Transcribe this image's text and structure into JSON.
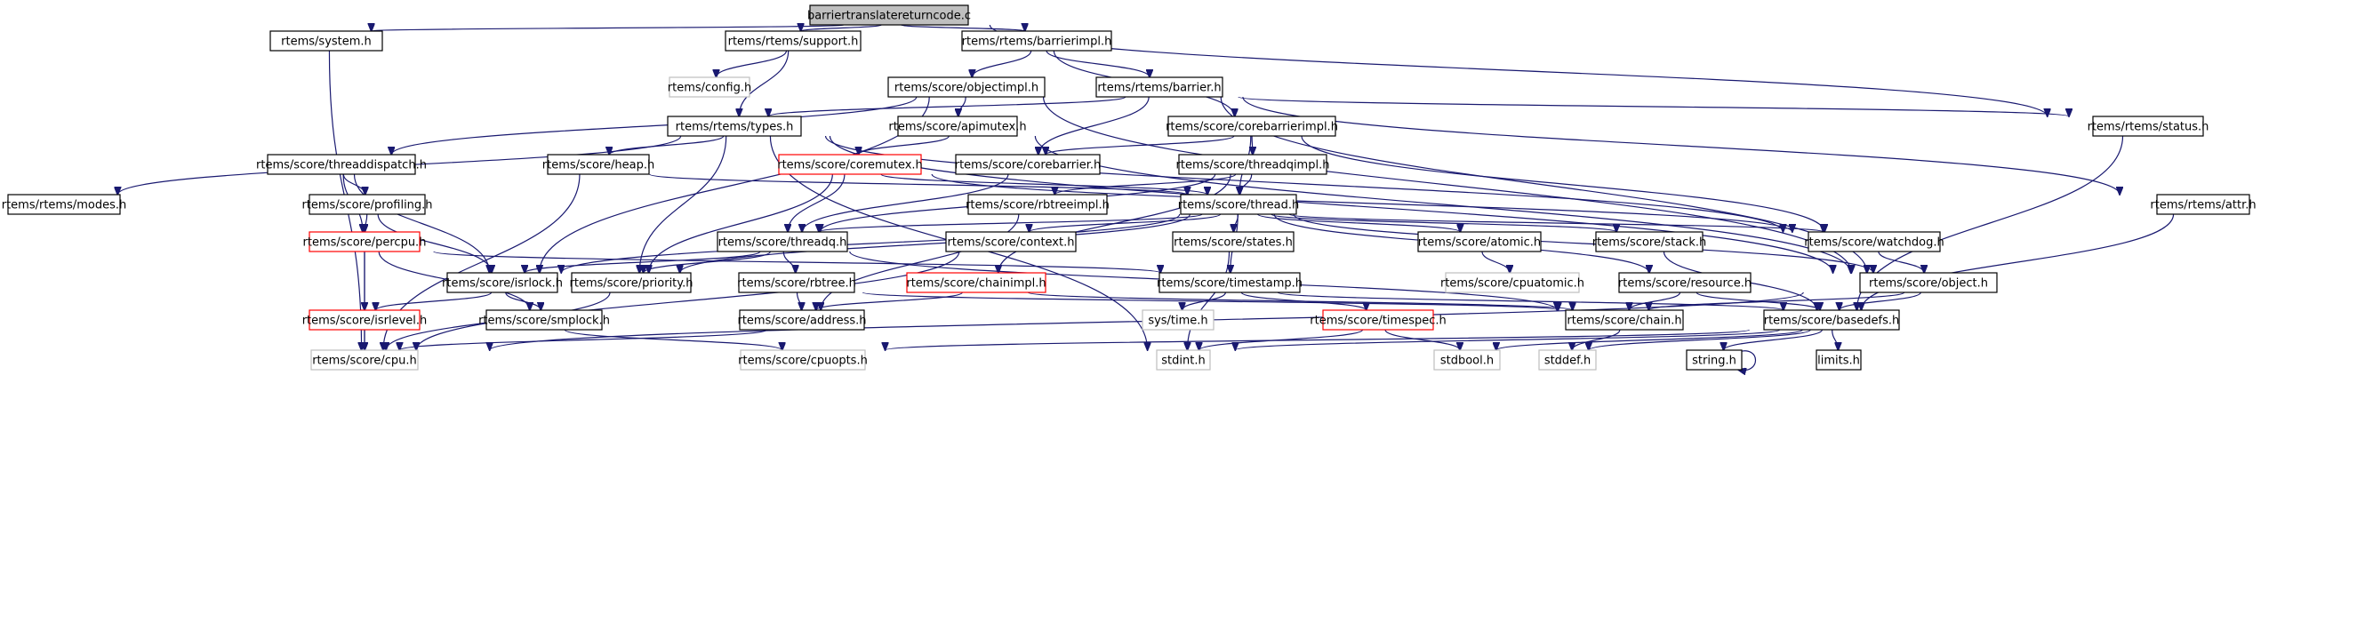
{
  "title": "barriertranslatereturncode.c",
  "colors": {
    "edge": "#191970",
    "root_fill": "#bfbfbf",
    "normal_border": "#000000",
    "missing_border": "#bfbfbf",
    "truncated_border": "#ff0000"
  },
  "nodes": [
    {
      "id": "root",
      "label": "barriertranslatereturncode.c",
      "kind": "root"
    },
    {
      "id": "system",
      "label": "rtems/system.h",
      "kind": "normal"
    },
    {
      "id": "support",
      "label": "rtems/rtems/support.h",
      "kind": "normal"
    },
    {
      "id": "barrierimpl",
      "label": "rtems/rtems/barrierimpl.h",
      "kind": "normal"
    },
    {
      "id": "config",
      "label": "rtems/config.h",
      "kind": "missing"
    },
    {
      "id": "objectimpl",
      "label": "rtems/score/objectimpl.h",
      "kind": "normal"
    },
    {
      "id": "barrier",
      "label": "rtems/rtems/barrier.h",
      "kind": "normal"
    },
    {
      "id": "status",
      "label": "rtems/rtems/status.h",
      "kind": "normal"
    },
    {
      "id": "types",
      "label": "rtems/rtems/types.h",
      "kind": "normal"
    },
    {
      "id": "apimutex",
      "label": "rtems/score/apimutex.h",
      "kind": "normal"
    },
    {
      "id": "corebarrierimpl",
      "label": "rtems/score/corebarrierimpl.h",
      "kind": "normal"
    },
    {
      "id": "threaddispatch",
      "label": "rtems/score/threaddispatch.h",
      "kind": "normal"
    },
    {
      "id": "heap",
      "label": "rtems/score/heap.h",
      "kind": "normal"
    },
    {
      "id": "coremutex",
      "label": "rtems/score/coremutex.h",
      "kind": "truncated"
    },
    {
      "id": "corebarrier",
      "label": "rtems/score/corebarrier.h",
      "kind": "normal"
    },
    {
      "id": "threadqimpl",
      "label": "rtems/score/threadqimpl.h",
      "kind": "normal"
    },
    {
      "id": "modes",
      "label": "rtems/rtems/modes.h",
      "kind": "normal"
    },
    {
      "id": "profiling",
      "label": "rtems/score/profiling.h",
      "kind": "normal"
    },
    {
      "id": "rbtreeimpl",
      "label": "rtems/score/rbtreeimpl.h",
      "kind": "normal"
    },
    {
      "id": "thread",
      "label": "rtems/score/thread.h",
      "kind": "normal"
    },
    {
      "id": "attr",
      "label": "rtems/rtems/attr.h",
      "kind": "normal"
    },
    {
      "id": "percpu",
      "label": "rtems/score/percpu.h",
      "kind": "truncated"
    },
    {
      "id": "threadq",
      "label": "rtems/score/threadq.h",
      "kind": "normal"
    },
    {
      "id": "context",
      "label": "rtems/score/context.h",
      "kind": "normal"
    },
    {
      "id": "states",
      "label": "rtems/score/states.h",
      "kind": "normal"
    },
    {
      "id": "atomic",
      "label": "rtems/score/atomic.h",
      "kind": "normal"
    },
    {
      "id": "stack",
      "label": "rtems/score/stack.h",
      "kind": "normal"
    },
    {
      "id": "watchdog",
      "label": "rtems/score/watchdog.h",
      "kind": "normal"
    },
    {
      "id": "isrlock",
      "label": "rtems/score/isrlock.h",
      "kind": "normal"
    },
    {
      "id": "priority",
      "label": "rtems/score/priority.h",
      "kind": "normal"
    },
    {
      "id": "rbtree",
      "label": "rtems/score/rbtree.h",
      "kind": "normal"
    },
    {
      "id": "chainimpl",
      "label": "rtems/score/chainimpl.h",
      "kind": "truncated"
    },
    {
      "id": "timestamp",
      "label": "rtems/score/timestamp.h",
      "kind": "normal"
    },
    {
      "id": "cpuatomic",
      "label": "rtems/score/cpuatomic.h",
      "kind": "missing"
    },
    {
      "id": "resource",
      "label": "rtems/score/resource.h",
      "kind": "normal"
    },
    {
      "id": "object",
      "label": "rtems/score/object.h",
      "kind": "normal"
    },
    {
      "id": "isrlevel",
      "label": "rtems/score/isrlevel.h",
      "kind": "truncated"
    },
    {
      "id": "smplock",
      "label": "rtems/score/smplock.h",
      "kind": "normal"
    },
    {
      "id": "address",
      "label": "rtems/score/address.h",
      "kind": "normal"
    },
    {
      "id": "systime",
      "label": "sys/time.h",
      "kind": "missing"
    },
    {
      "id": "timespec",
      "label": "rtems/score/timespec.h",
      "kind": "truncated"
    },
    {
      "id": "chain",
      "label": "rtems/score/chain.h",
      "kind": "normal"
    },
    {
      "id": "basedefs",
      "label": "rtems/score/basedefs.h",
      "kind": "normal"
    },
    {
      "id": "cpu",
      "label": "rtems/score/cpu.h",
      "kind": "missing"
    },
    {
      "id": "cpuopts",
      "label": "rtems/score/cpuopts.h",
      "kind": "missing"
    },
    {
      "id": "stdint",
      "label": "stdint.h",
      "kind": "missing"
    },
    {
      "id": "stdbool",
      "label": "stdbool.h",
      "kind": "missing"
    },
    {
      "id": "stddef",
      "label": "stddef.h",
      "kind": "missing"
    },
    {
      "id": "string",
      "label": "string.h",
      "kind": "normal"
    },
    {
      "id": "limits",
      "label": "limits.h",
      "kind": "normal"
    }
  ],
  "edges": [
    [
      "root",
      "system"
    ],
    [
      "root",
      "support"
    ],
    [
      "root",
      "barrierimpl"
    ],
    [
      "root",
      "status"
    ],
    [
      "system",
      "cpu"
    ],
    [
      "support",
      "config"
    ],
    [
      "support",
      "types"
    ],
    [
      "barrierimpl",
      "objectimpl"
    ],
    [
      "barrierimpl",
      "barrier"
    ],
    [
      "barrierimpl",
      "corebarrierimpl"
    ],
    [
      "objectimpl",
      "threaddispatch"
    ],
    [
      "objectimpl",
      "apimutex"
    ],
    [
      "objectimpl",
      "isrlock"
    ],
    [
      "objectimpl",
      "object"
    ],
    [
      "barrier",
      "types"
    ],
    [
      "barrier",
      "status"
    ],
    [
      "barrier",
      "attr"
    ],
    [
      "barrier",
      "corebarrier"
    ],
    [
      "barrier",
      "object"
    ],
    [
      "types",
      "modes"
    ],
    [
      "types",
      "heap"
    ],
    [
      "types",
      "priority"
    ],
    [
      "types",
      "stdint"
    ],
    [
      "types",
      "watchdog"
    ],
    [
      "types",
      "object"
    ],
    [
      "apimutex",
      "coremutex"
    ],
    [
      "apimutex",
      "object"
    ],
    [
      "corebarrierimpl",
      "corebarrier"
    ],
    [
      "corebarrierimpl",
      "threadqimpl"
    ],
    [
      "corebarrierimpl",
      "thread"
    ],
    [
      "corebarrierimpl",
      "watchdog"
    ],
    [
      "threaddispatch",
      "profiling"
    ],
    [
      "threaddispatch",
      "percpu"
    ],
    [
      "threaddispatch",
      "isrlock"
    ],
    [
      "heap",
      "cpu"
    ],
    [
      "heap",
      "thread"
    ],
    [
      "coremutex",
      "thread"
    ],
    [
      "coremutex",
      "threadq"
    ],
    [
      "coremutex",
      "priority"
    ],
    [
      "coremutex",
      "watchdog"
    ],
    [
      "corebarrier",
      "threadq"
    ],
    [
      "threadqimpl",
      "threadq"
    ],
    [
      "threadqimpl",
      "chainimpl"
    ],
    [
      "threadqimpl",
      "rbtreeimpl"
    ],
    [
      "threadqimpl",
      "thread"
    ],
    [
      "profiling",
      "percpu"
    ],
    [
      "profiling",
      "isrlock"
    ],
    [
      "rbtreeimpl",
      "address"
    ],
    [
      "thread",
      "threadq"
    ],
    [
      "thread",
      "context"
    ],
    [
      "thread",
      "states"
    ],
    [
      "thread",
      "atomic"
    ],
    [
      "thread",
      "stack"
    ],
    [
      "thread",
      "watchdog"
    ],
    [
      "thread",
      "object"
    ],
    [
      "thread",
      "resource"
    ],
    [
      "thread",
      "timestamp"
    ],
    [
      "thread",
      "isrlock"
    ],
    [
      "thread",
      "priority"
    ],
    [
      "attr",
      "basedefs"
    ],
    [
      "percpu",
      "cpu"
    ],
    [
      "percpu",
      "isrlevel"
    ],
    [
      "percpu",
      "smplock"
    ],
    [
      "percpu",
      "timestamp"
    ],
    [
      "threadq",
      "isrlock"
    ],
    [
      "threadq",
      "priority"
    ],
    [
      "threadq",
      "rbtree"
    ],
    [
      "threadq",
      "chain"
    ],
    [
      "context",
      "cpu"
    ],
    [
      "states",
      "stdint"
    ],
    [
      "atomic",
      "cpuatomic"
    ],
    [
      "stack",
      "basedefs"
    ],
    [
      "watchdog",
      "object"
    ],
    [
      "isrlock",
      "isrlevel"
    ],
    [
      "isrlock",
      "smplock"
    ],
    [
      "priority",
      "cpu"
    ],
    [
      "rbtree",
      "address"
    ],
    [
      "rbtree",
      "chain"
    ],
    [
      "chainimpl",
      "address"
    ],
    [
      "chainimpl",
      "chain"
    ],
    [
      "timestamp",
      "systime"
    ],
    [
      "timestamp",
      "timespec"
    ],
    [
      "timestamp",
      "basedefs"
    ],
    [
      "resource",
      "chain"
    ],
    [
      "resource",
      "basedefs"
    ],
    [
      "object",
      "basedefs"
    ],
    [
      "object",
      "chain"
    ],
    [
      "object",
      "cpu"
    ],
    [
      "isrlevel",
      "cpu"
    ],
    [
      "smplock",
      "cpuopts"
    ],
    [
      "address",
      "cpu"
    ],
    [
      "timespec",
      "stdint"
    ],
    [
      "timespec",
      "stdbool"
    ],
    [
      "chain",
      "stddef"
    ],
    [
      "basedefs",
      "cpuopts"
    ],
    [
      "basedefs",
      "stdint"
    ],
    [
      "basedefs",
      "stdbool"
    ],
    [
      "basedefs",
      "stddef"
    ],
    [
      "basedefs",
      "string"
    ],
    [
      "basedefs",
      "limits"
    ],
    [
      "string",
      "string"
    ],
    [
      "status",
      "basedefs"
    ]
  ]
}
